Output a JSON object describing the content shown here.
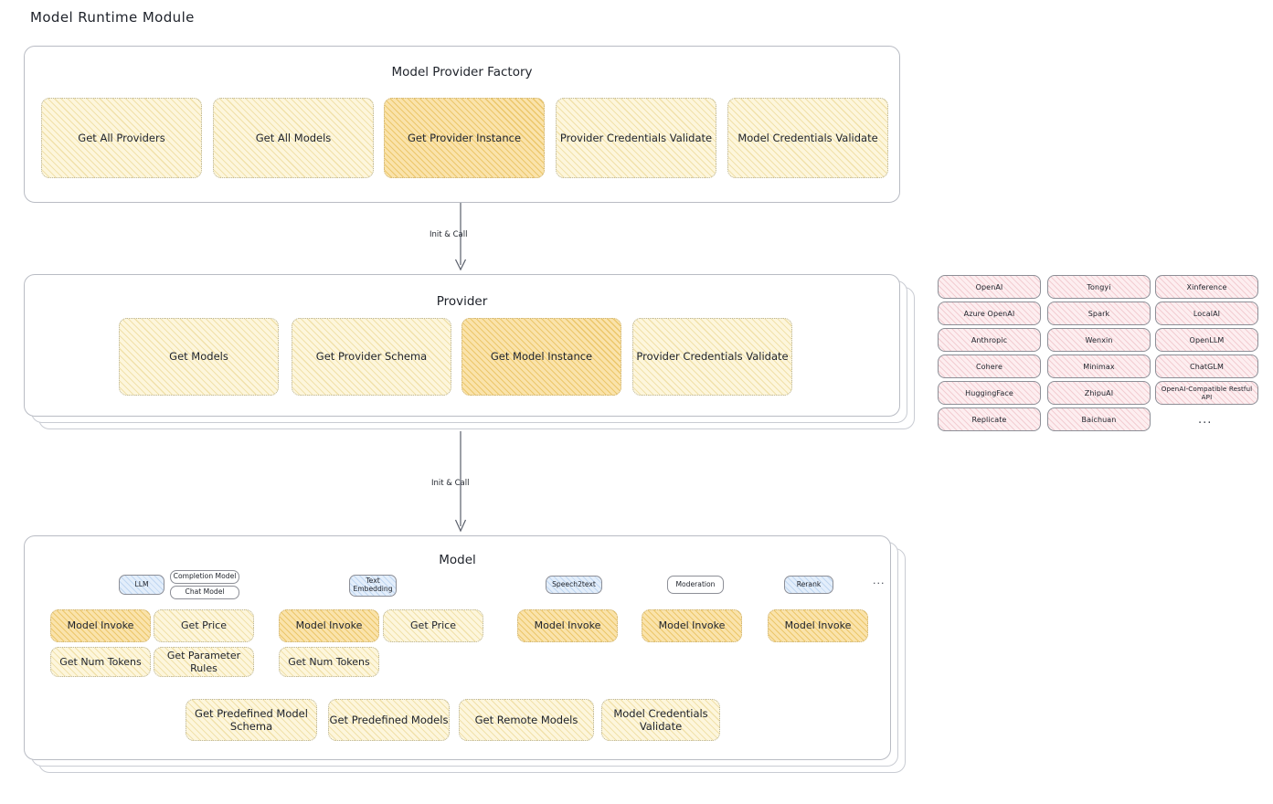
{
  "page": {
    "title": "Model Runtime Module"
  },
  "factory": {
    "title": "Model Provider Factory",
    "items": [
      {
        "label": "Get All Providers",
        "highlight": false
      },
      {
        "label": "Get All Models",
        "highlight": false
      },
      {
        "label": "Get Provider Instance",
        "highlight": true
      },
      {
        "label": "Provider Credentials Validate",
        "highlight": false
      },
      {
        "label": "Model Credentials Validate",
        "highlight": false
      }
    ]
  },
  "connector1": {
    "label": "Init & Call"
  },
  "provider": {
    "title": "Provider",
    "items": [
      {
        "label": "Get Models",
        "highlight": false
      },
      {
        "label": "Get Provider Schema",
        "highlight": false
      },
      {
        "label": "Get Model Instance",
        "highlight": true
      },
      {
        "label": "Provider Credentials Validate",
        "highlight": false
      }
    ]
  },
  "connector2": {
    "label": "Init & Call"
  },
  "providers_list": {
    "columns": [
      {
        "items": [
          "OpenAI",
          "Azure OpenAI",
          "Anthropic",
          "Cohere",
          "HuggingFace",
          "Replicate"
        ]
      },
      {
        "items": [
          "Tongyi",
          "Spark",
          "Wenxin",
          "Minimax",
          "ZhipuAI",
          "Baichuan"
        ]
      },
      {
        "items": [
          "Xinference",
          "LocalAI",
          "OpenLLM",
          "ChatGLM",
          "OpenAI-Compatible Restful API"
        ]
      }
    ],
    "more": "..."
  },
  "model": {
    "title": "Model",
    "more": "...",
    "types": [
      {
        "badge": "LLM",
        "badge_style": "blue",
        "sub_badges": [
          "Completion Model",
          "Chat Model"
        ],
        "ops": [
          {
            "label": "Model Invoke",
            "highlight": true
          },
          {
            "label": "Get Price",
            "highlight": false
          },
          {
            "label": "Get Num Tokens",
            "highlight": false
          },
          {
            "label": "Get Parameter Rules",
            "highlight": false
          }
        ]
      },
      {
        "badge": "Text Embedding",
        "badge_style": "blue",
        "sub_badges": [],
        "ops": [
          {
            "label": "Model Invoke",
            "highlight": true
          },
          {
            "label": "Get Price",
            "highlight": false
          },
          {
            "label": "Get Num Tokens",
            "highlight": false
          }
        ]
      },
      {
        "badge": "Speech2text",
        "badge_style": "blue",
        "sub_badges": [],
        "ops": [
          {
            "label": "Model Invoke",
            "highlight": true
          }
        ]
      },
      {
        "badge": "Moderation",
        "badge_style": "plain",
        "sub_badges": [],
        "ops": [
          {
            "label": "Model Invoke",
            "highlight": true
          }
        ]
      },
      {
        "badge": "Rerank",
        "badge_style": "blue",
        "sub_badges": [],
        "ops": [
          {
            "label": "Model Invoke",
            "highlight": true
          }
        ]
      }
    ],
    "common_ops": [
      "Get Predefined Model Schema",
      "Get Predefined Models",
      "Get Remote Models",
      "Model Credentials Validate"
    ]
  },
  "colors": {
    "panel_border": "#b9bcc4",
    "box_fill": "#fdf6dc",
    "box_fill_strong": "#fae3ab",
    "chip_fill": "#fdeef0",
    "badge_blue": "#e3eefb",
    "text": "#20242c"
  }
}
